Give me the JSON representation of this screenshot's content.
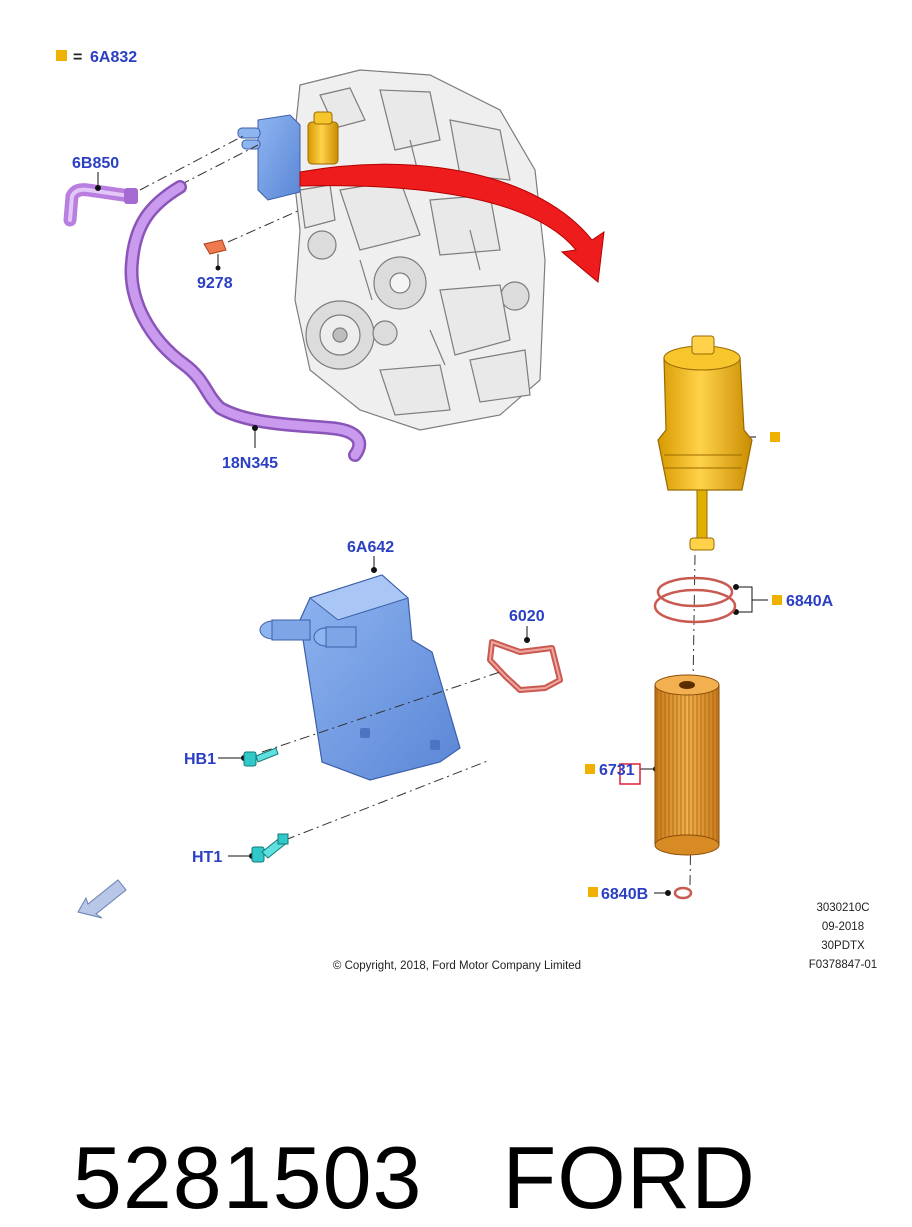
{
  "legend": {
    "marker_color": "#f0b000",
    "equals": "=",
    "code": "6A832"
  },
  "parts": {
    "hose_connector": "6B850",
    "sensor": "9278",
    "coolant_hose": "18N345",
    "oil_cooler": "6A642",
    "gasket": "6020",
    "filter_cap": "",
    "o_rings": "6840A",
    "filter_element": "6731",
    "small_seal": "6840B",
    "bolt_hb1": "HB1",
    "bolt_ht1": "HT1"
  },
  "info_block": [
    "3030210C",
    "09-2018",
    "30PDTX",
    "F0378847-01"
  ],
  "copyright": "© Copyright, 2018, Ford Motor Company Limited",
  "footer": {
    "part_number": "5281503",
    "brand": "FORD"
  },
  "colors": {
    "callout": "#2b3fc4",
    "marker": "#f0b000",
    "hose": "#b97fe0",
    "cooler": "#6f9ae0",
    "filter_cap": "#f0b800",
    "filter_element": "#e6a032",
    "gasket": "#e07a70",
    "bolt": "#36cfcf",
    "arrow": "#ee1c1c"
  },
  "icons": [
    "view-direction-arrow-icon",
    "legend-marker-icon"
  ]
}
